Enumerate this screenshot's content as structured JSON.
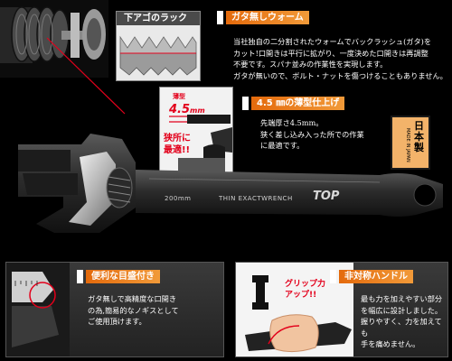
{
  "top_inset": {
    "label": "下アゴのラック"
  },
  "worm": {
    "title": "ガタ無しウォーム",
    "body": [
      "当社独自の二分割されたウォームでバックラッシュ(ガタ)を",
      "カット!口開きは平行に拡がり、一度決めた口開きは再調整",
      "不要です。スパナ並みの作業性を実現します。",
      "ガタが無いので、ボルト・ナットを傷つけることもありません。"
    ]
  },
  "thin": {
    "title": "4.5 ㎜の薄型仕上げ",
    "thickness_label": "薄型",
    "thickness_value": "4.5",
    "thickness_unit": "mm",
    "narrow_1": "狭所に",
    "narrow_2": "最適!!",
    "body": [
      "先端厚さ4.5mm。",
      "狭く差し込み入った所での作業",
      "に最適です。"
    ]
  },
  "made_in": {
    "kanji": [
      "日",
      "本",
      "製"
    ],
    "english": "MADE IN JAPAN"
  },
  "wrench": {
    "size": "200mm",
    "model": "THIN EXACTWRENCH",
    "brand": "TOP"
  },
  "scale": {
    "title": "便利な目盛付き",
    "body": [
      "ガタ無しで高精度な口開き",
      "の為,簡易的なノギスとして",
      "ご使用頂けます。"
    ]
  },
  "grip": {
    "title": "非対称ハンドル",
    "callout_1": "グリップ力",
    "callout_2": "アップ!!",
    "body": [
      "最も力を加えやすい部分",
      "を幅広に設計しました。",
      "握りやすく、力を加えても",
      "手を痛めません。"
    ]
  },
  "colors": {
    "accent_orange": "#e46a0c",
    "accent_red": "#e3001b"
  }
}
